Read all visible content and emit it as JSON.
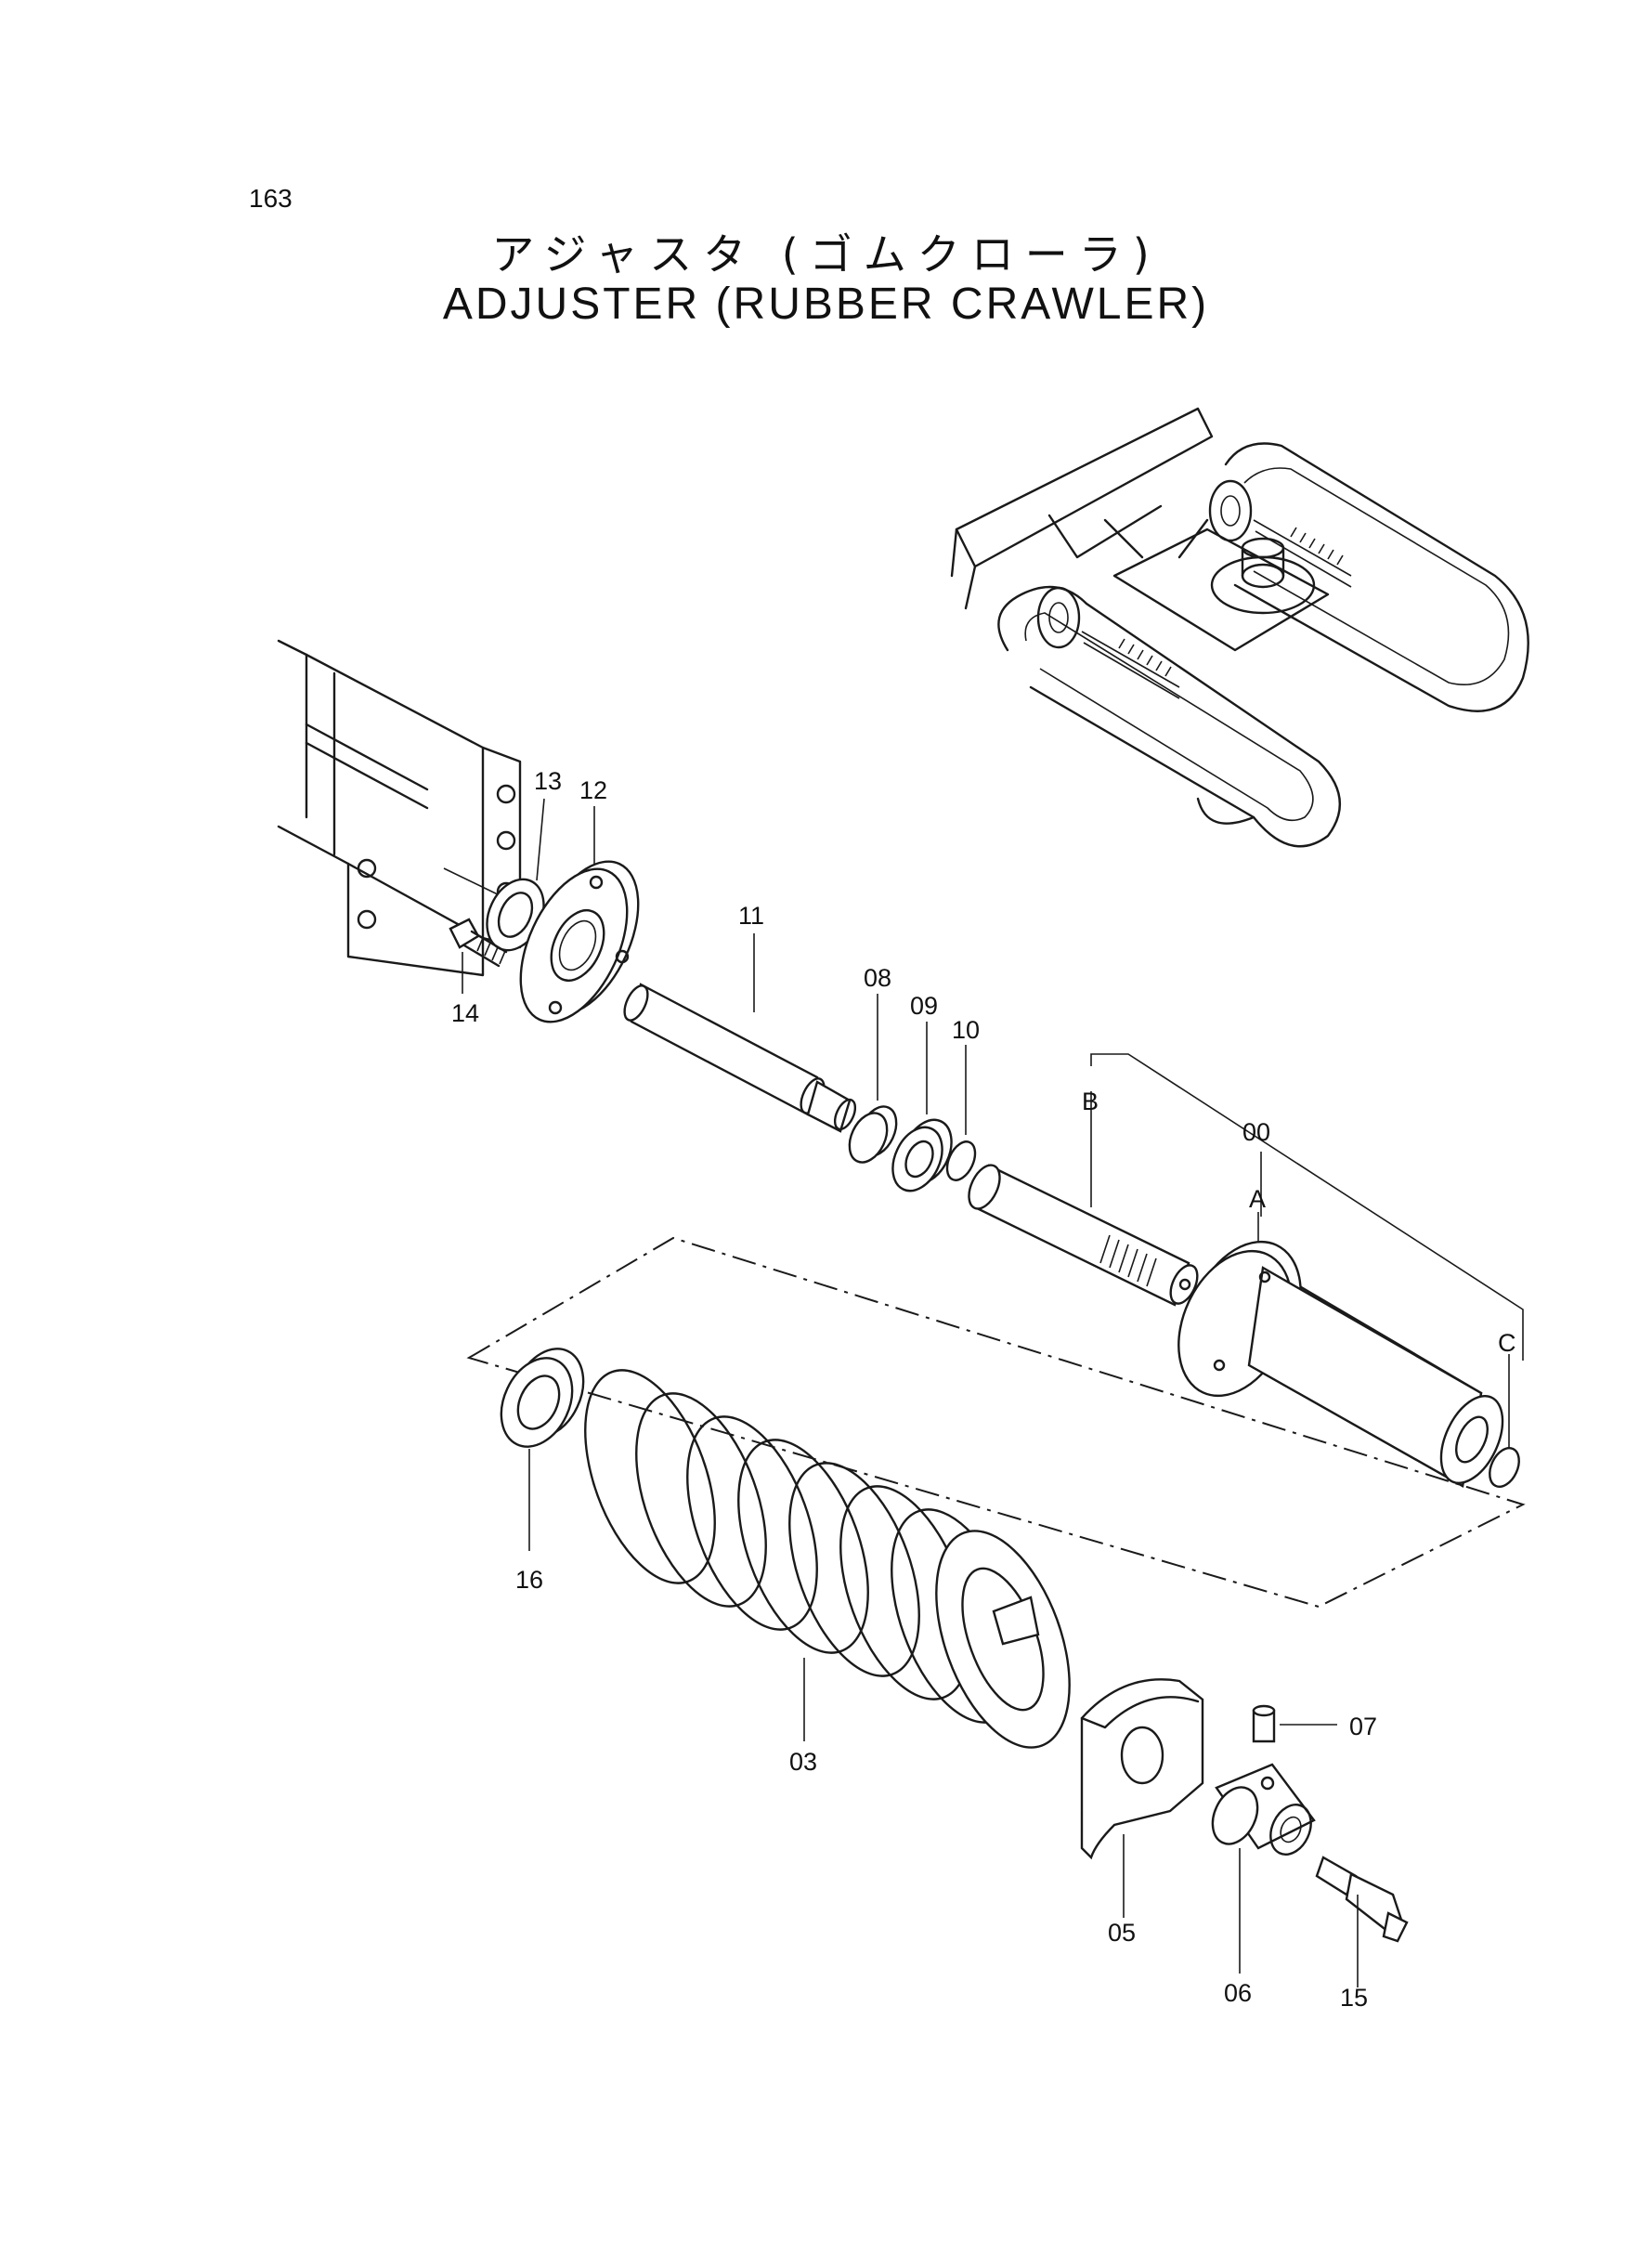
{
  "page": {
    "number": "163"
  },
  "title": {
    "japanese": "アジャスタ (ゴムクローラ)",
    "english": "ADJUSTER (RUBBER CRAWLER)"
  },
  "callouts": {
    "p00": "00",
    "pA": "A",
    "pB": "B",
    "pC": "C",
    "p03": "03",
    "p05": "05",
    "p06": "06",
    "p07": "07",
    "p08": "08",
    "p09": "09",
    "p10": "10",
    "p11": "11",
    "p12": "12",
    "p13": "13",
    "p14": "14",
    "p15": "15",
    "p16": "16"
  }
}
